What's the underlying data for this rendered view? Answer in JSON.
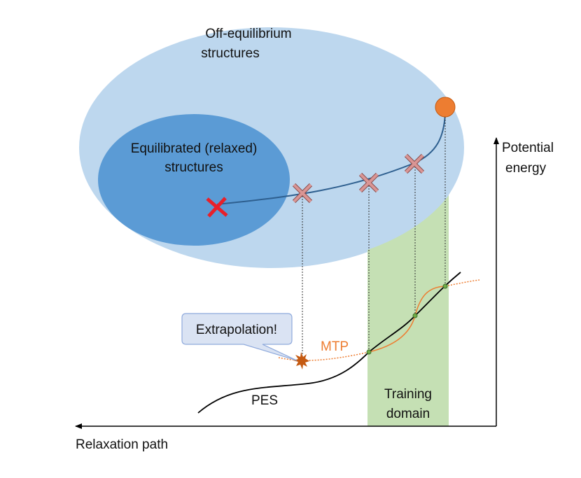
{
  "labels": {
    "off_equilibrium_line1": "Off-equilibrium",
    "off_equilibrium_line2": "structures",
    "equilibrated_line1": "Equilibrated (relaxed)",
    "equilibrated_line2": "structures",
    "potential_line1": "Potential",
    "potential_line2": "energy",
    "extrapolation": "Extrapolation!",
    "mtp": "MTP",
    "pes": "PES",
    "training_line1": "Training",
    "training_line2": "domain",
    "relaxation_path": "Relaxation path"
  },
  "colors": {
    "outer_region": "#bdd7ee",
    "inner_region": "#5b9bd5",
    "training_region": "#c5e0b4",
    "trajectory": "#2e5f8f",
    "start_marker": "#e8202a",
    "intermediate_marker": "#d99594",
    "end_marker": "#ed7d31",
    "mtp_curve": "#ed7d31",
    "pes_curve": "#000000",
    "callout_fill": "#dae3f3",
    "callout_stroke": "#8faadc",
    "point_marker": "#70ad47"
  }
}
